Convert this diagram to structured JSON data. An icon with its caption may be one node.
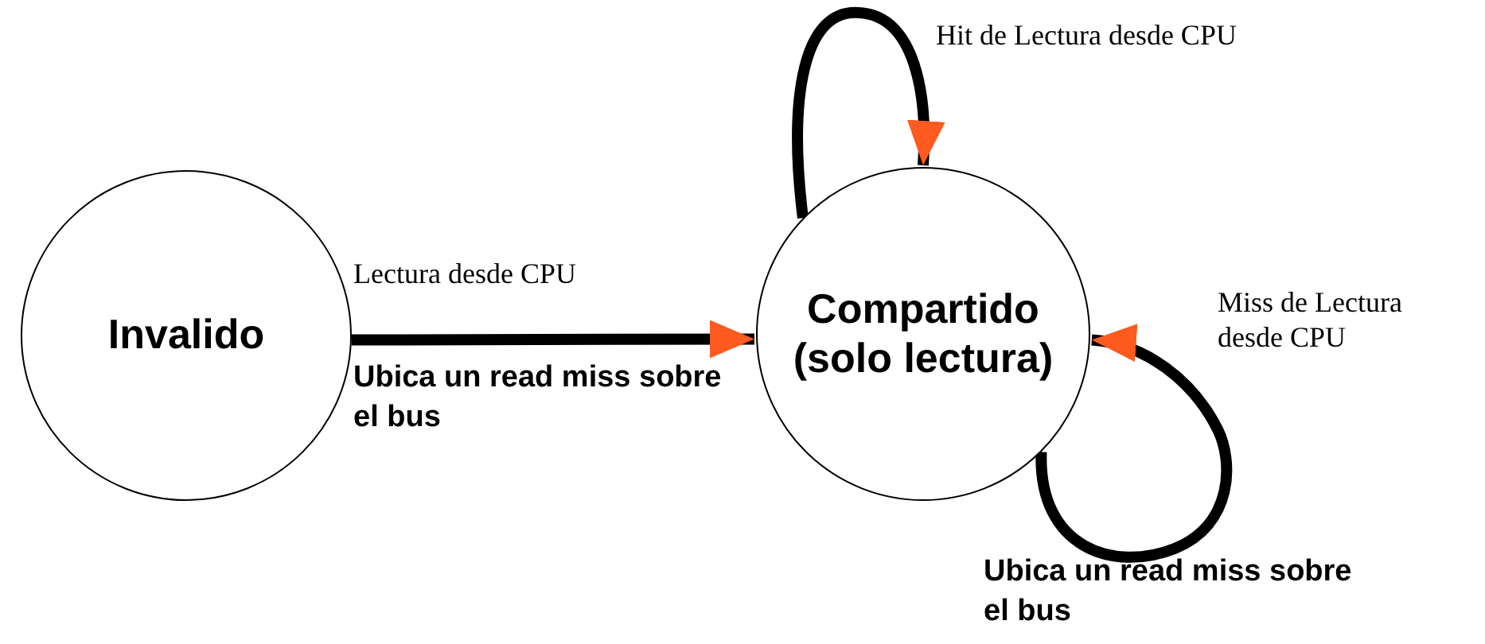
{
  "diagram": {
    "nodes": [
      {
        "text": [
          "Invalido"
        ]
      },
      {
        "text": [
          "Compartido (solo lectura)"
        ]
      }
    ],
    "edges": [
      {
        "from": 0,
        "to": 1,
        "arrow": "to",
        "label": "Lectura desde CPU"
      },
      {
        "from": 1,
        "to": 1,
        "arrow": "to",
        "label": "Hit de Lectura desde CPU"
      },
      {
        "from": 1,
        "to": 1,
        "arrow": "to",
        "label": "Miss de Lectura desde CPU"
      }
    ],
    "labels": [
      "Ubica un read miss sobre el bus",
      "Ubica un read miss sobre el bus"
    ]
  }
}
